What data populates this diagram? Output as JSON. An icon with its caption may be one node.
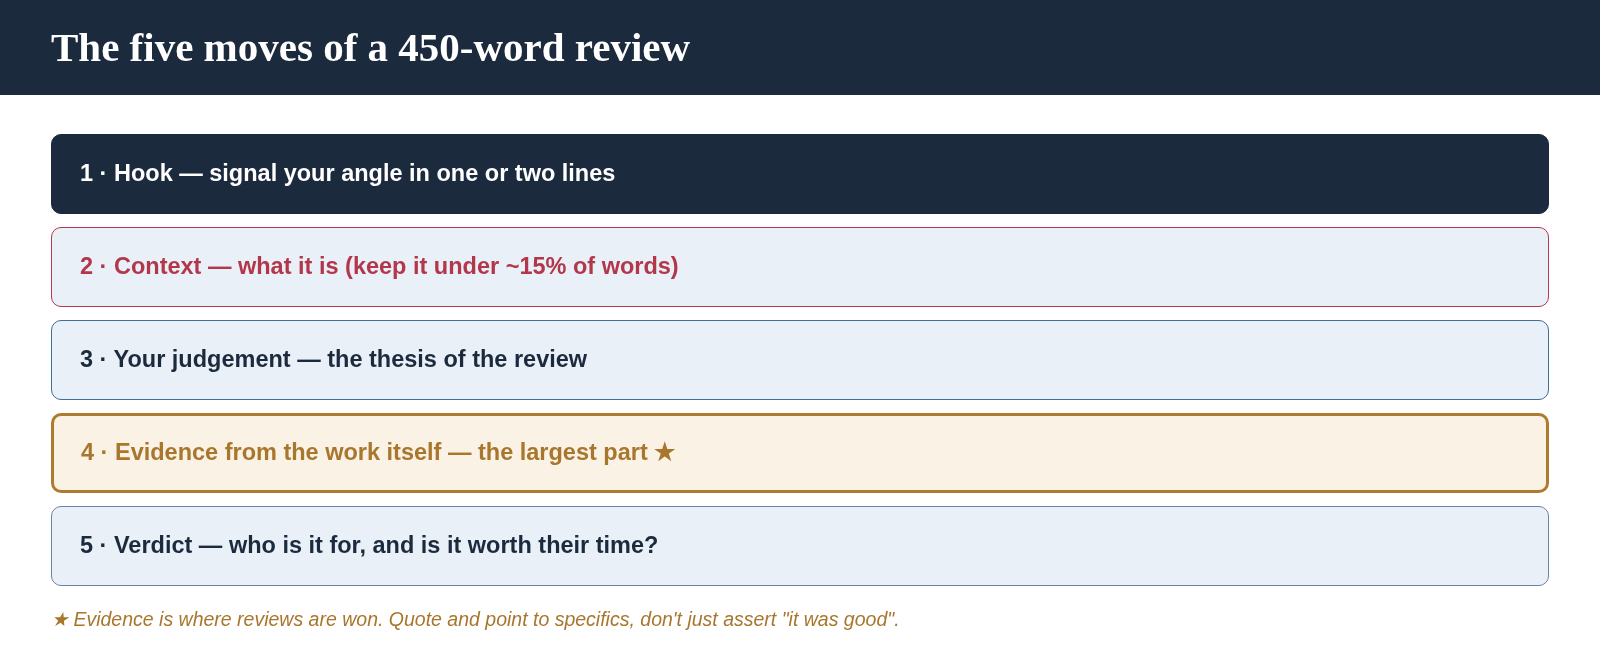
{
  "diagram": {
    "title": "The five moves of a 450-word review",
    "nodes": [
      {
        "text": [
          "1 · Hook — signal your angle in one or two lines"
        ]
      },
      {
        "text": [
          "2 · Context — what it is (keep it under ~15% of words)"
        ]
      },
      {
        "text": [
          "3 · Your judgement — the thesis of the review"
        ]
      },
      {
        "text": [
          "4 · Evidence from the work itself — the largest part ★"
        ]
      },
      {
        "text": [
          "5 · Verdict — who is it for, and is it worth their time?"
        ]
      }
    ],
    "labels": [
      "★ Evidence is where reviews are won. Quote and point to specifics, don't just assert \"it was good\"."
    ]
  }
}
